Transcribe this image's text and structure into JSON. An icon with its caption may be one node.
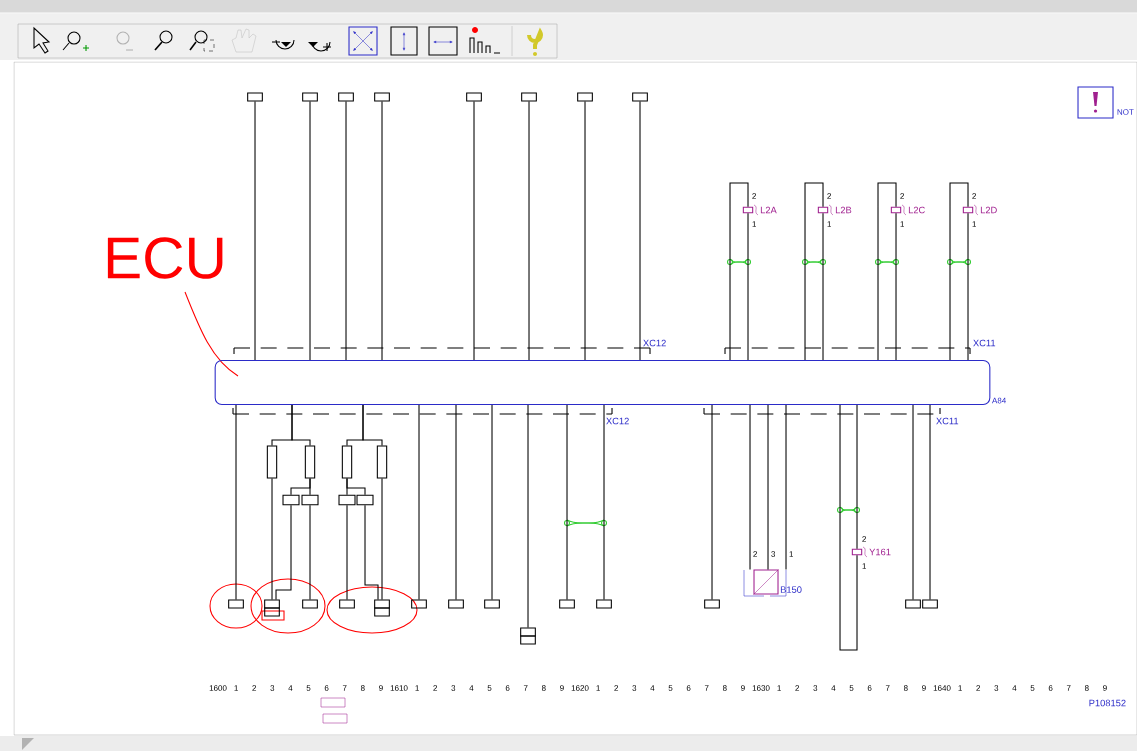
{
  "diagram": {
    "nodes": [
      {
        "text": [
          "A84"
        ]
      },
      {
        "text": [],
        "shape": "box"
      },
      {
        "text": [],
        "shape": "box"
      },
      {
        "text": [],
        "shape": "box"
      },
      {
        "text": [],
        "shape": "box"
      },
      {
        "text": [],
        "shape": "box"
      },
      {
        "text": [],
        "shape": "box"
      },
      {
        "text": [],
        "shape": "box"
      },
      {
        "text": [],
        "shape": "box"
      },
      {
        "text": [
          "L2A"
        ]
      },
      {
        "text": [
          "L2B"
        ]
      },
      {
        "text": [
          "L2C"
        ]
      },
      {
        "text": [
          "L2D"
        ]
      },
      {
        "text": [],
        "shape": "box"
      },
      {
        "text": [],
        "shape": "box"
      },
      {
        "text": [],
        "shape": "box"
      },
      {
        "text": [],
        "shape": "box"
      },
      {
        "text": [],
        "shape": "box"
      },
      {
        "text": [],
        "shape": "box"
      },
      {
        "text": [],
        "shape": "box"
      },
      {
        "text": [],
        "shape": "box"
      },
      {
        "text": [],
        "shape": "box"
      },
      {
        "text": [],
        "shape": "box"
      },
      {
        "text": [],
        "shape": "box"
      },
      {
        "text": [],
        "shape": "box"
      },
      {
        "text": [
          "B150"
        ]
      },
      {
        "text": [
          "Y161"
        ]
      },
      {
        "text": [],
        "shape": "box"
      },
      {
        "text": [],
        "shape": "box"
      },
      {
        "text": [],
        "shape": "box"
      },
      {
        "text": [],
        "shape": "box"
      },
      {
        "text": [],
        "shape": "box"
      },
      {
        "text": [],
        "shape": "box"
      },
      {
        "text": [],
        "shape": "box"
      },
      {
        "text": [],
        "shape": "box"
      },
      {
        "text": [],
        "shape": "box"
      },
      {
        "text": [],
        "shape": "box"
      }
    ],
    "edges": [
      {
        "from": 1,
        "to": 0,
        "arrow": "none"
      },
      {
        "from": 2,
        "to": 0,
        "arrow": "none"
      },
      {
        "from": 3,
        "to": 0,
        "arrow": "none"
      },
      {
        "from": 4,
        "to": 0,
        "arrow": "none"
      },
      {
        "from": 5,
        "to": 0,
        "arrow": "none"
      },
      {
        "from": 6,
        "to": 0,
        "arrow": "none"
      },
      {
        "from": 7,
        "to": 0,
        "arrow": "none"
      },
      {
        "from": 8,
        "to": 0,
        "arrow": "none"
      },
      {
        "from": 9,
        "to": 0,
        "arrow": "none"
      },
      {
        "from": 9,
        "to": 0,
        "arrow": "none"
      },
      {
        "from": 10,
        "to": 0,
        "arrow": "none"
      },
      {
        "from": 10,
        "to": 0,
        "arrow": "none"
      },
      {
        "from": 11,
        "to": 0,
        "arrow": "none"
      },
      {
        "from": 11,
        "to": 0,
        "arrow": "none"
      },
      {
        "from": 12,
        "to": 0,
        "arrow": "none"
      },
      {
        "from": 12,
        "to": 0,
        "arrow": "none"
      },
      {
        "from": 0,
        "to": 13,
        "arrow": "none"
      },
      {
        "from": 0,
        "to": 29,
        "arrow": "none"
      },
      {
        "from": 0,
        "to": 30,
        "arrow": "none"
      },
      {
        "from": 29,
        "to": 14,
        "arrow": "none"
      },
      {
        "from": 30,
        "to": 33,
        "arrow": "none"
      },
      {
        "from": 30,
        "to": 34,
        "arrow": "none"
      },
      {
        "from": 33,
        "to": 14,
        "arrow": "none"
      },
      {
        "from": 34,
        "to": 15,
        "arrow": "none"
      },
      {
        "from": 0,
        "to": 31,
        "arrow": "none"
      },
      {
        "from": 0,
        "to": 32,
        "arrow": "none"
      },
      {
        "from": 31,
        "to": 35,
        "arrow": "none"
      },
      {
        "from": 31,
        "to": 36,
        "arrow": "none"
      },
      {
        "from": 35,
        "to": 16,
        "arrow": "none"
      },
      {
        "from": 36,
        "to": 17,
        "arrow": "none"
      },
      {
        "from": 32,
        "to": 17,
        "arrow": "none"
      },
      {
        "from": 0,
        "to": 18,
        "arrow": "none"
      },
      {
        "from": 0,
        "to": 19,
        "arrow": "none"
      },
      {
        "from": 0,
        "to": 20,
        "arrow": "none"
      },
      {
        "from": 0,
        "to": 21,
        "arrow": "none"
      },
      {
        "from": 0,
        "to": 22,
        "arrow": "none"
      },
      {
        "from": 0,
        "to": 23,
        "arrow": "none"
      },
      {
        "from": 0,
        "to": 24,
        "arrow": "none"
      },
      {
        "from": 0,
        "to": 25,
        "arrow": "none"
      },
      {
        "from": 0,
        "to": 25,
        "arrow": "none"
      },
      {
        "from": 0,
        "to": 25,
        "arrow": "none"
      },
      {
        "from": 0,
        "to": 26,
        "arrow": "none"
      },
      {
        "from": 0,
        "to": 26,
        "arrow": "none"
      },
      {
        "from": 0,
        "to": 27,
        "arrow": "none"
      },
      {
        "from": 0,
        "to": 28,
        "arrow": "none"
      }
    ],
    "labels": [
      "ECU",
      "NOT",
      "XC12",
      "XC11",
      "2",
      "1",
      "2",
      "1",
      "2",
      "1",
      "2",
      "1",
      "XC12",
      "XC11",
      "2",
      "3",
      "1",
      "2",
      "1",
      "1600",
      "1",
      "2",
      "3",
      "4",
      "5",
      "6",
      "7",
      "8",
      "9",
      "1610",
      "1",
      "2",
      "3",
      "4",
      "5",
      "6",
      "7",
      "8",
      "9",
      "1620",
      "1",
      "2",
      "3",
      "4",
      "5",
      "6",
      "7",
      "8",
      "9",
      "1630",
      "1",
      "2",
      "3",
      "4",
      "5",
      "6",
      "7",
      "8",
      "9",
      "1640",
      "1",
      "2",
      "3",
      "4",
      "5",
      "6",
      "7",
      "8",
      "9",
      "P108152"
    ]
  }
}
